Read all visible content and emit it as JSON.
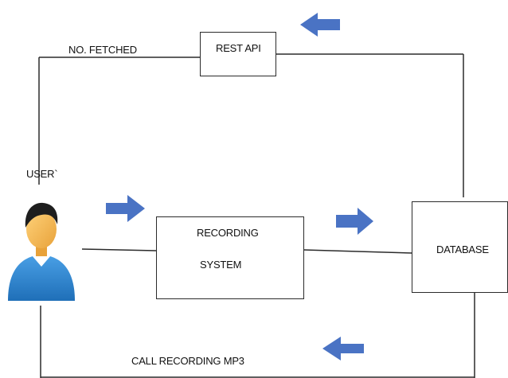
{
  "nodes": {
    "rest_api": {
      "label": "REST API"
    },
    "recording_system": {
      "label_line1": "RECORDING",
      "label_line2": "SYSTEM"
    },
    "database": {
      "label": "DATABASE"
    },
    "user": {
      "label": "USER`"
    }
  },
  "edges": {
    "top_label": "NO. FETCHED",
    "bottom_label": "CALL RECORDING MP3"
  },
  "colors": {
    "arrow": "#4a73c4",
    "line": "#2b2b2b"
  },
  "icons": {
    "user": "user-avatar-icon",
    "arrow_right": "arrow-right-icon",
    "arrow_left": "arrow-left-icon"
  }
}
